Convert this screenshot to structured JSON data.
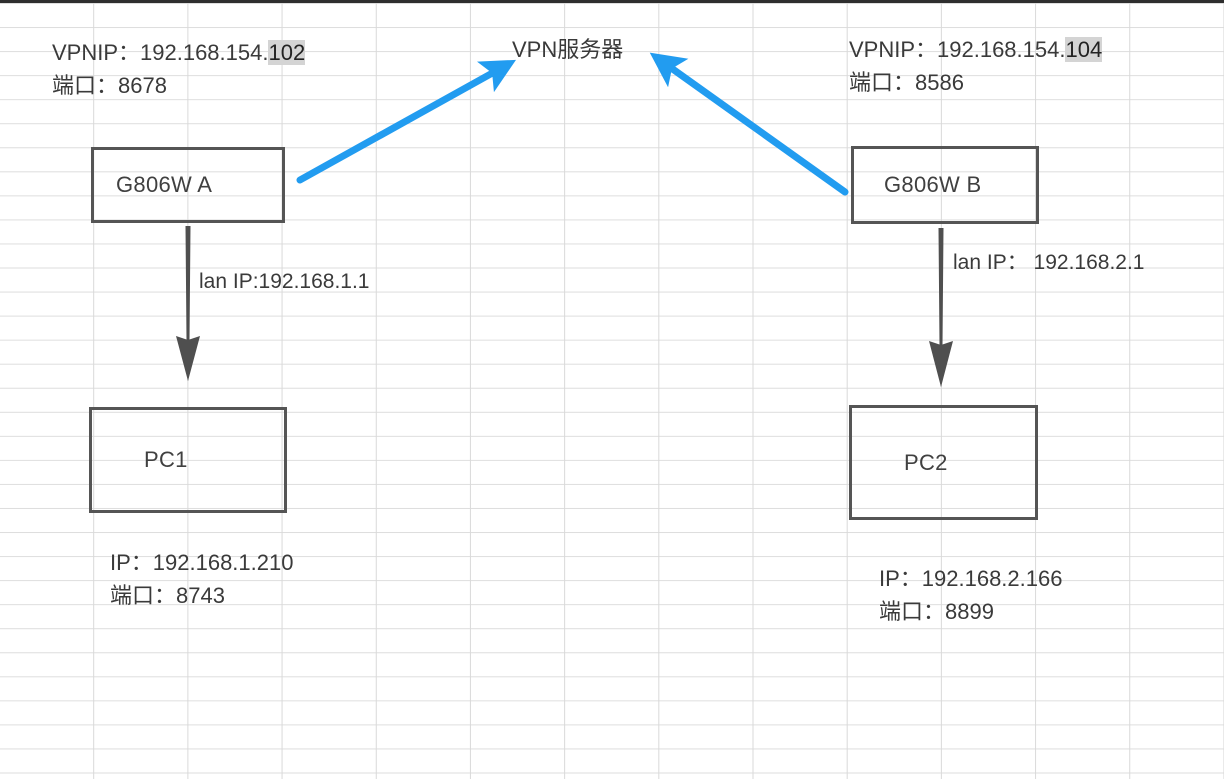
{
  "diagram": {
    "title": "VPN 服务器",
    "center_label": "VPN服务器",
    "colors": {
      "vpn_arrow": "#229cf0",
      "lan_arrow": "#555555",
      "box_border": "#555555",
      "grid_line": "#d9d9d9",
      "text": "#3a3a3a",
      "highlight": "#d4d4d4"
    }
  },
  "left": {
    "vpn_info": {
      "vpnip_prefix": "VPNIP：192.168.154.",
      "vpnip_suffix": "102",
      "port_line": "端口：8678"
    },
    "router": {
      "label": "G806W A"
    },
    "lan_label": {
      "line1": "lan IP:192.168.1.1",
      "line2": ""
    },
    "pc": {
      "label": "PC1"
    },
    "pc_info": {
      "ip_line": "IP：192.168.1.210",
      "port_line": "端口：8743"
    }
  },
  "right": {
    "vpn_info": {
      "vpnip_prefix": "VPNIP：192.168.154.",
      "vpnip_suffix": "104",
      "port_line": "端口：8586"
    },
    "router": {
      "label": "G806W B"
    },
    "lan_label": {
      "line1": "lan IP：",
      "line2": "192.168.2.1"
    },
    "pc": {
      "label": "PC2"
    },
    "pc_info": {
      "ip_line": "IP：192.168.2.166",
      "port_line": "端口：8899"
    }
  }
}
